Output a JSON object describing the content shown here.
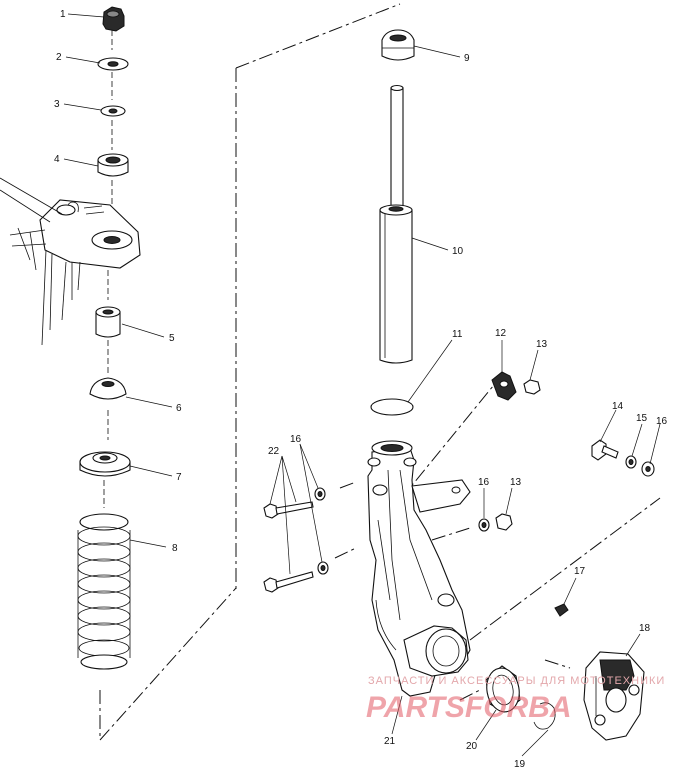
{
  "callouts": {
    "c1": "1",
    "c2": "2",
    "c3": "3",
    "c4": "4",
    "c5": "5",
    "c6": "6",
    "c7": "7",
    "c8": "8",
    "c9": "9",
    "c10": "10",
    "c11": "11",
    "c12": "12",
    "c13a": "13",
    "c13b": "13",
    "c14": "14",
    "c15": "15",
    "c16a": "16",
    "c16b": "16",
    "c16c": "16",
    "c17": "17",
    "c18": "18",
    "c19": "19",
    "c20": "20",
    "c21": "21",
    "c22": "22"
  },
  "watermark": {
    "line": "ЗАПЧАСТИ И АКСЕССУАРЫ ДЛЯ МОТОТЕХНИКИ",
    "brand": "PARTSFORBA"
  }
}
